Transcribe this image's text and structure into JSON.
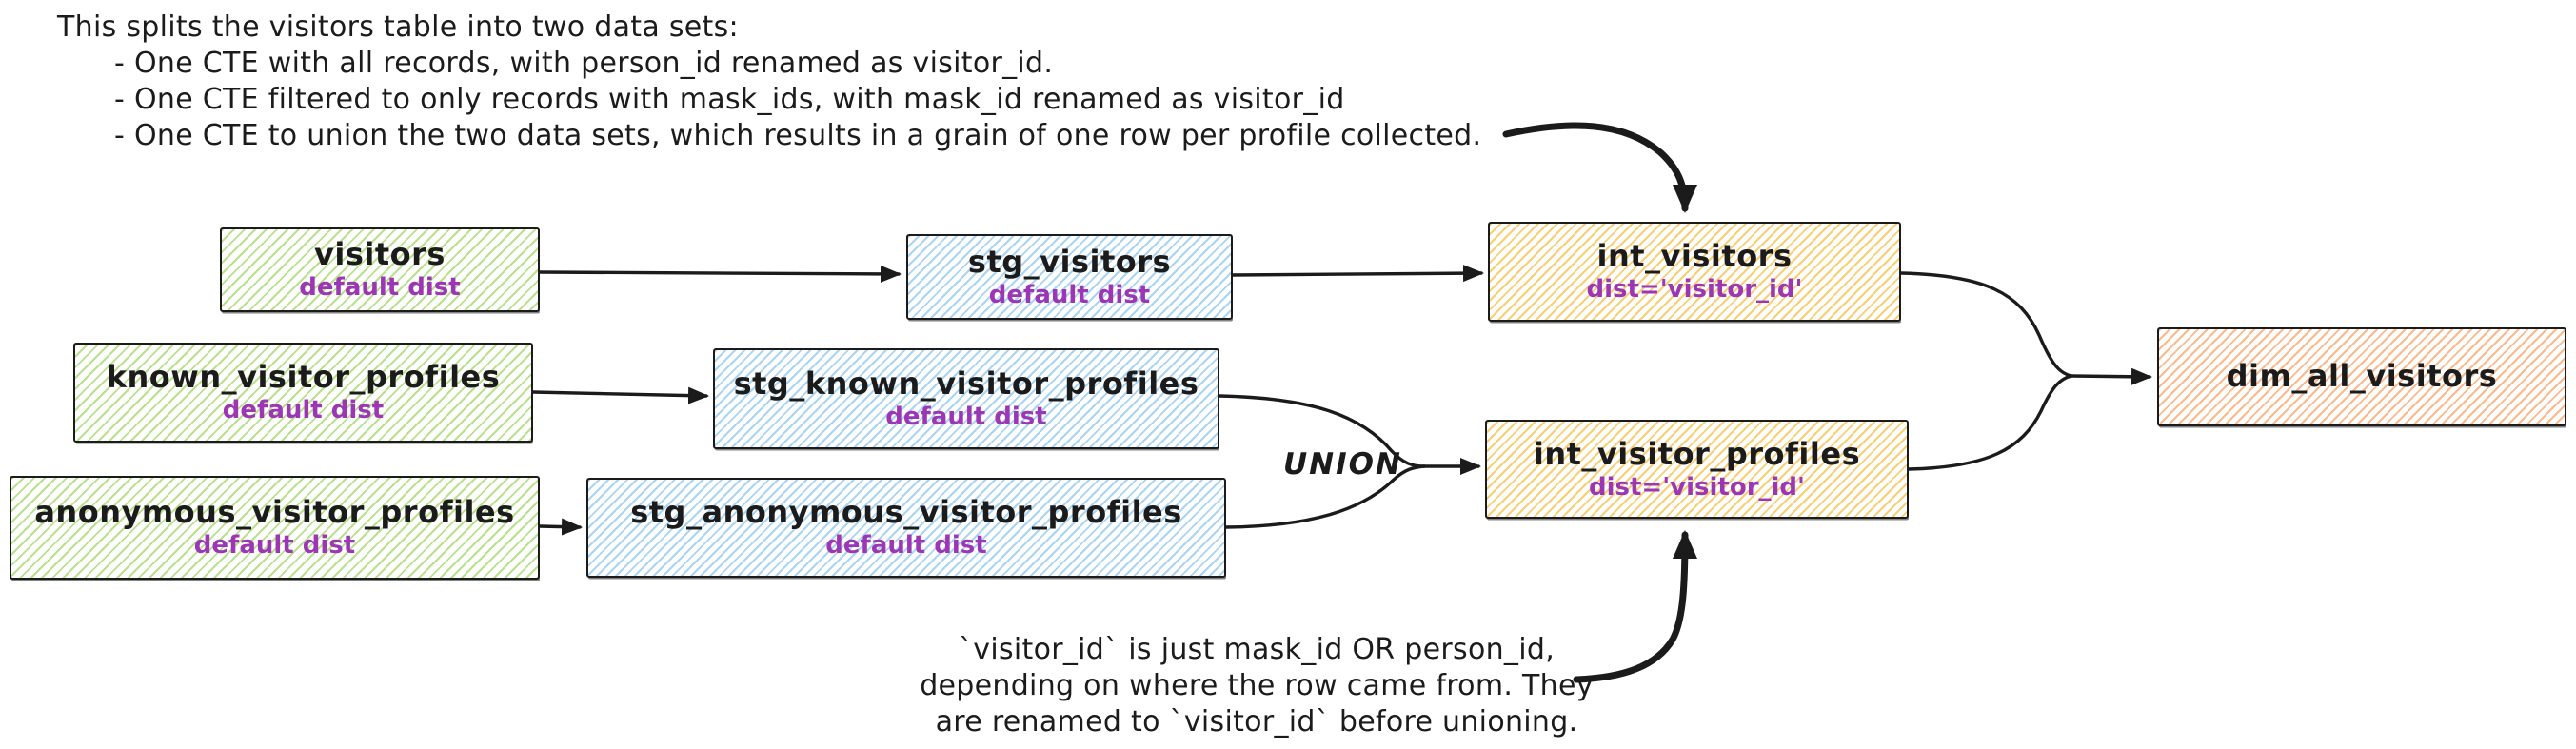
{
  "annotations": {
    "top": {
      "intro": "This splits the visitors table into two data sets:",
      "bullets": [
        "- One CTE with all records, with person_id renamed as visitor_id.",
        "- One CTE filtered to only records with mask_ids, with mask_id renamed as visitor_id",
        "- One CTE to union the two data sets, which results in a grain of one row per profile collected."
      ]
    },
    "bottom": {
      "lines": [
        "`visitor_id` is just mask_id OR person_id,",
        "depending on where the row came from. They",
        "are renamed to `visitor_id` before unioning."
      ]
    }
  },
  "union_label": "UNION",
  "nodes": {
    "visitors": {
      "title": "visitors",
      "subtitle": "default dist"
    },
    "stg_visitors": {
      "title": "stg_visitors",
      "subtitle": "default dist"
    },
    "known_visitor_profiles": {
      "title": "known_visitor_profiles",
      "subtitle": "default dist"
    },
    "stg_known_visitor_profiles": {
      "title": "stg_known_visitor_profiles",
      "subtitle": "default dist"
    },
    "anonymous_visitor_profiles": {
      "title": "anonymous_visitor_profiles",
      "subtitle": "default dist"
    },
    "stg_anonymous_visitor_profiles": {
      "title": "stg_anonymous_visitor_profiles",
      "subtitle": "default dist"
    },
    "int_visitors": {
      "title": "int_visitors",
      "subtitle": "dist='visitor_id'"
    },
    "int_visitor_profiles": {
      "title": "int_visitor_profiles",
      "subtitle": "dist='visitor_id'"
    },
    "dim_all_visitors": {
      "title": "dim_all_visitors"
    }
  },
  "theme": {
    "canvas_bg": "#ffffff",
    "stroke": "#1b1b1b",
    "subtitle_color": "#9c36b5",
    "hatch_green": "#b9e18c",
    "hatch_blue": "#a9d4f2",
    "hatch_yellow": "#f8cf72",
    "hatch_orange": "#fcba8c"
  }
}
